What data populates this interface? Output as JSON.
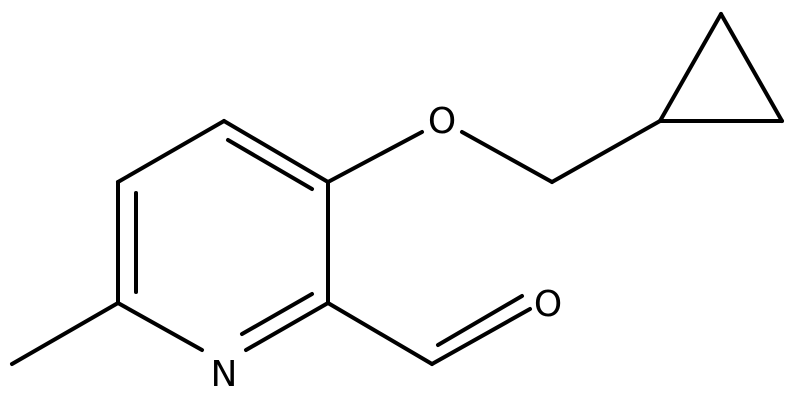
{
  "diagram": {
    "type": "chemical-structure",
    "atom_labels": {
      "ether_oxygen": "O",
      "aldehyde_oxygen": "O",
      "ring_nitrogen": "N"
    },
    "colors": {
      "bond": "#000000",
      "label": "#000000",
      "background": "#ffffff"
    }
  }
}
